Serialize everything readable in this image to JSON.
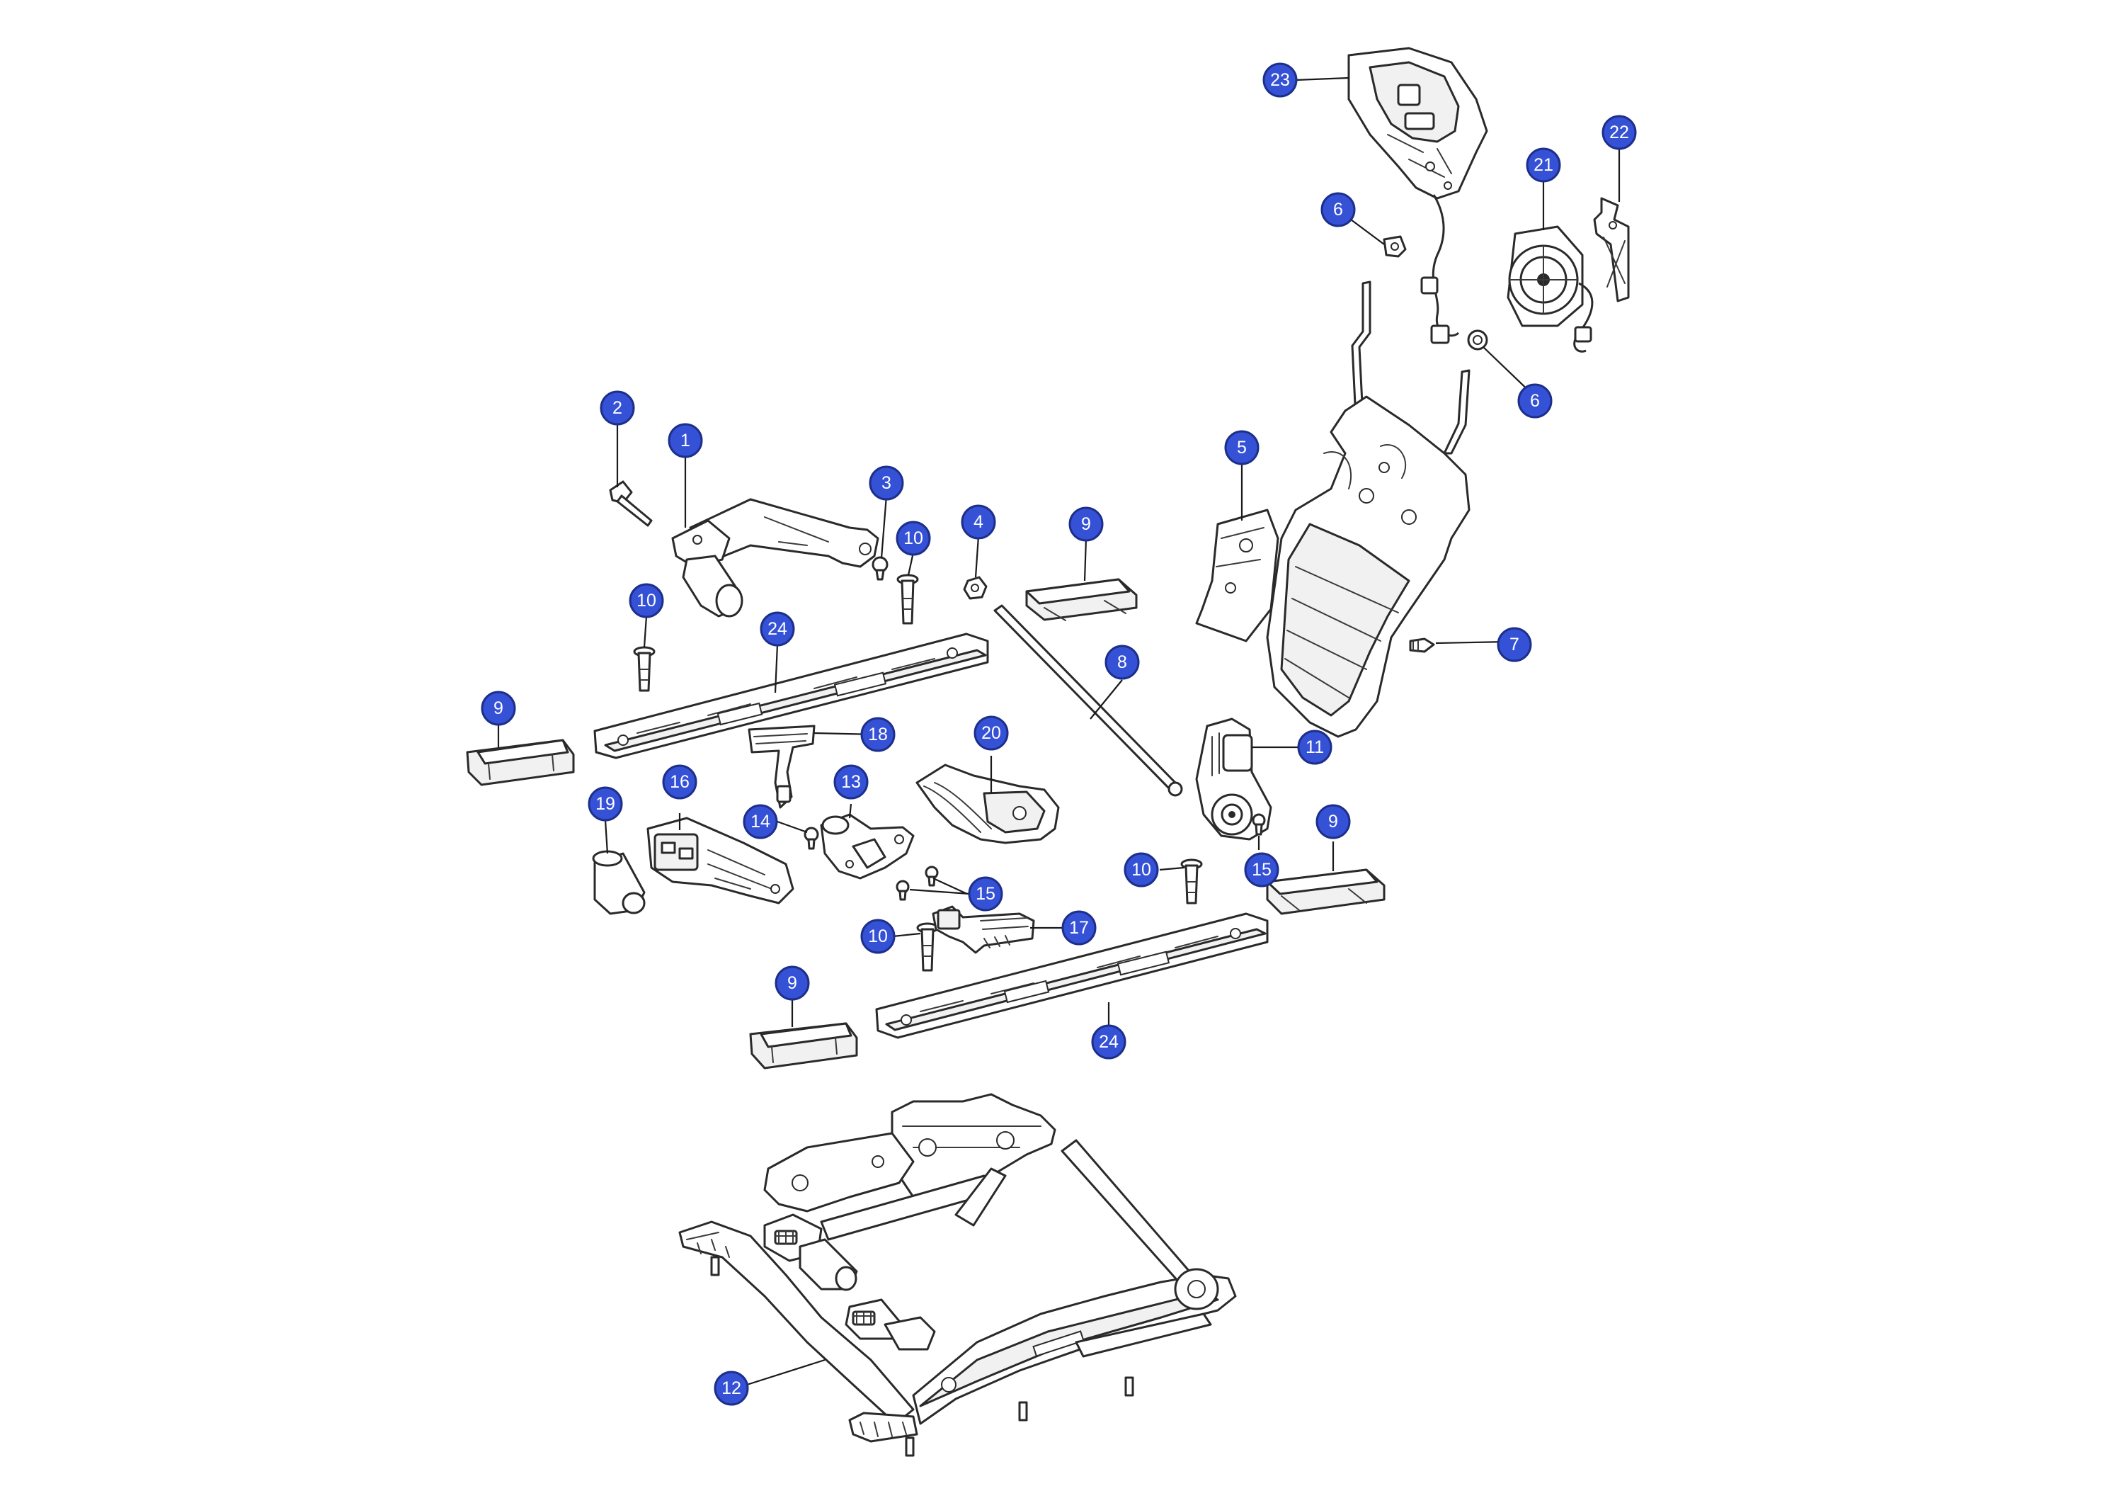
{
  "callouts": [
    {
      "id": "c23",
      "label": "23"
    },
    {
      "id": "c22",
      "label": "22"
    },
    {
      "id": "c21",
      "label": "21"
    },
    {
      "id": "c6a",
      "label": "6"
    },
    {
      "id": "c6b",
      "label": "6"
    },
    {
      "id": "c2",
      "label": "2"
    },
    {
      "id": "c1",
      "label": "1"
    },
    {
      "id": "c5",
      "label": "5"
    },
    {
      "id": "c3",
      "label": "3"
    },
    {
      "id": "c10a",
      "label": "10"
    },
    {
      "id": "c4",
      "label": "4"
    },
    {
      "id": "c9a",
      "label": "9"
    },
    {
      "id": "c10b",
      "label": "10"
    },
    {
      "id": "c24a",
      "label": "24"
    },
    {
      "id": "c7",
      "label": "7"
    },
    {
      "id": "c8",
      "label": "8"
    },
    {
      "id": "c9b",
      "label": "9"
    },
    {
      "id": "c18",
      "label": "18"
    },
    {
      "id": "c20",
      "label": "20"
    },
    {
      "id": "c11",
      "label": "11"
    },
    {
      "id": "c19",
      "label": "19"
    },
    {
      "id": "c16",
      "label": "16"
    },
    {
      "id": "c13",
      "label": "13"
    },
    {
      "id": "c14",
      "label": "14"
    },
    {
      "id": "c9c",
      "label": "9"
    },
    {
      "id": "c10c",
      "label": "10"
    },
    {
      "id": "c15a",
      "label": "15"
    },
    {
      "id": "c15b",
      "label": "15"
    },
    {
      "id": "c17",
      "label": "17"
    },
    {
      "id": "c10d",
      "label": "10"
    },
    {
      "id": "c9d",
      "label": "9"
    },
    {
      "id": "c24b",
      "label": "24"
    },
    {
      "id": "c12",
      "label": "12"
    }
  ],
  "colors": {
    "badge": "#3551d6",
    "badge_border": "#1d2f8a",
    "line": "#2a2a2a"
  }
}
